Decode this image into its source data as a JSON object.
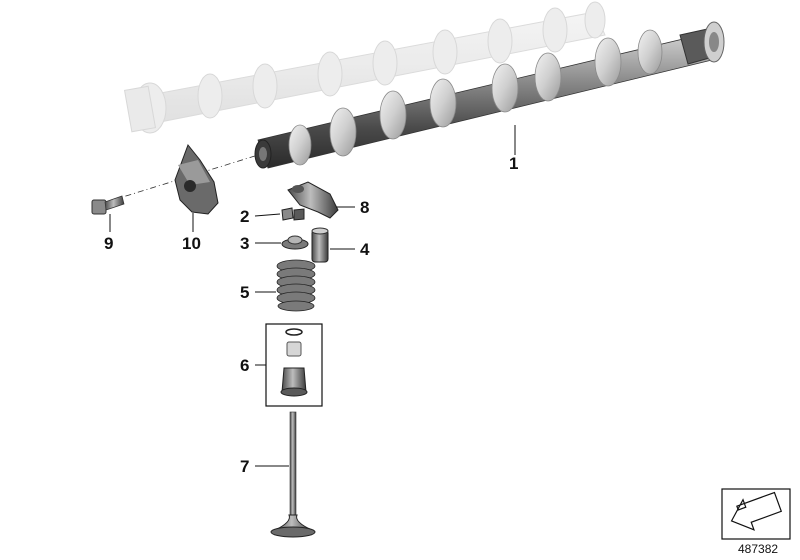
{
  "diagram": {
    "callouts": [
      {
        "id": "1",
        "label": "1"
      },
      {
        "id": "2",
        "label": "2"
      },
      {
        "id": "3",
        "label": "3"
      },
      {
        "id": "4",
        "label": "4"
      },
      {
        "id": "5",
        "label": "5"
      },
      {
        "id": "6",
        "label": "6"
      },
      {
        "id": "7",
        "label": "7"
      },
      {
        "id": "8",
        "label": "8"
      },
      {
        "id": "9",
        "label": "9"
      },
      {
        "id": "10",
        "label": "10"
      }
    ],
    "document_number": "487382",
    "icon": "navigation-arrow-icon"
  }
}
